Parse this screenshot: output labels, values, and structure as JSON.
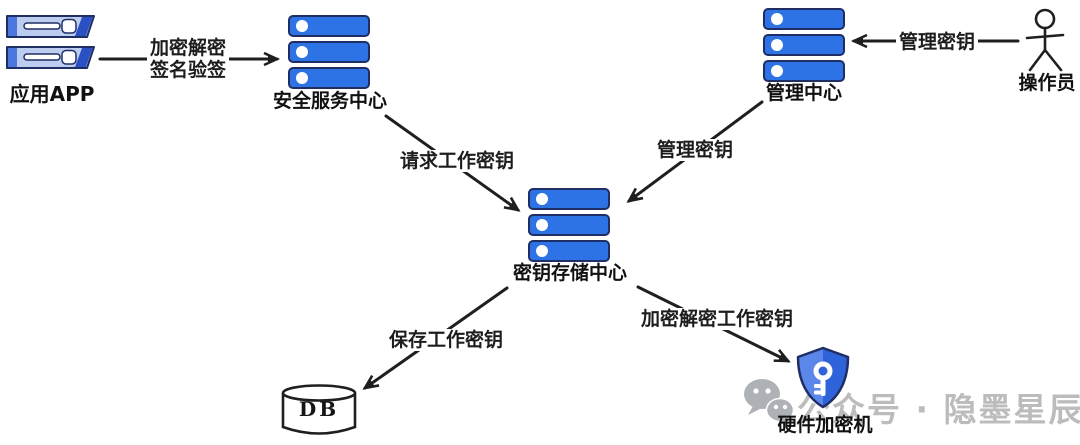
{
  "colors": {
    "server_blue": "#2e73e6",
    "server_border": "#1f2f66",
    "app_body_blue": "#bccdf0",
    "app_strip_blue": "#4a78de",
    "app_strip_dark": "#2b50c4",
    "shield_left": "#5b86ea",
    "shield_right": "#2f63d9",
    "ink": "#1f1f1f",
    "watermark_gray": "#bcbcbc",
    "wechat_gray": "#9aa0a6"
  },
  "nodes": {
    "app": {
      "label": "应用APP"
    },
    "security_center": {
      "label": "安全服务中心"
    },
    "management_center": {
      "label": "管理中心"
    },
    "operator": {
      "label": "操作员"
    },
    "key_storage_center": {
      "label": "密钥存储中心"
    },
    "db": {
      "label": "DB"
    },
    "hsm": {
      "label": "硬件加密机"
    }
  },
  "edges": {
    "app_to_security": {
      "label_line1": "加密解密",
      "label_line2": "签名验签"
    },
    "security_to_storage": {
      "label": "请求工作密钥"
    },
    "operator_to_management": {
      "label": "管理密钥"
    },
    "management_to_storage": {
      "label": "管理密钥"
    },
    "storage_to_db": {
      "label": "保存工作密钥"
    },
    "storage_to_hsm": {
      "label": "加密解密工作密钥"
    }
  },
  "watermark": {
    "text": "公众号 · 隐墨星辰"
  }
}
